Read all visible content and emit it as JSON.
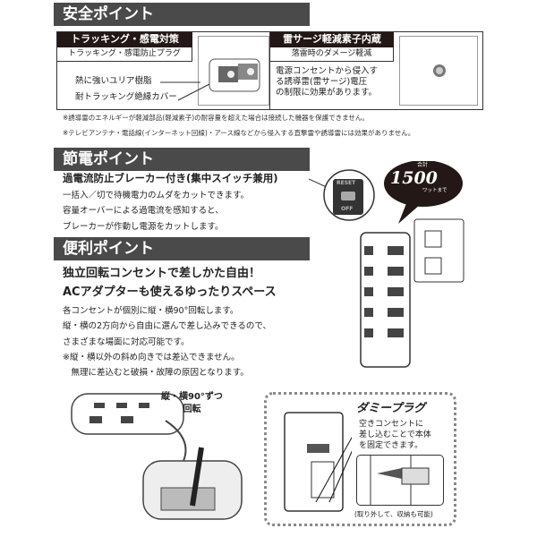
{
  "safety": {
    "header": "安全ポイント",
    "tracking": {
      "title": "トラッキング・感電対策",
      "subtitle": "トラッキング・感電防止プラグ",
      "label1": "熱に強いユリア樹脂",
      "label2": "耐トラッキング絶縁カバー"
    },
    "surge": {
      "title": "雷サージ軽減素子内蔵",
      "subtitle": "落雷時のダメージ軽減",
      "text": [
        "電源コンセントから侵入す",
        "る誘導雷(雷サージ)電圧",
        "の制限に効果があります。"
      ]
    },
    "notes": [
      "※誘導雷のエネルギーが軽減部品(軽減素子)の耐容量を超えた場合は接続した機器を保護できません。",
      "※テレビアンテナ・電話線(インターネット回線)・アース線などから侵入する直撃雷や誘導雷には効果がありません。"
    ]
  },
  "power": {
    "header": "節電ポイント",
    "heading": "過電流防止ブレーカー付き(集中スイッチ兼用)",
    "lines": [
      "一括入／切で待機電力のムダをカットできます。",
      "容量オーバーによる過電流を感知すると、",
      "ブレーカーが作動し電源をカットします。"
    ],
    "reset": "RESET",
    "off": "OFF",
    "bubble_top": "合計",
    "bubble_num": "1500",
    "bubble_unit": "ワットまで"
  },
  "convenience": {
    "header": "便利ポイント",
    "heading1": "独立回転コンセントで差しかた自由！",
    "heading2": "ACアダプターも使えるゆったりスペース",
    "lines": [
      "各コンセントが個別に縦・横90°回転します。",
      "縦・横の2方向から自由に選んで差し込みできるので、",
      "さまざまな場面に対応可能です。",
      "※縦・横以外の斜め向きでは差込できません。",
      "　無理に差込むと破損・故障の原因となります。"
    ],
    "rotate_label1": "縦・横90°ずつ",
    "rotate_label2": "回転"
  },
  "dummy": {
    "title": "ダミープラグ",
    "text": [
      "空きコンセントに",
      "差し込むことで本体",
      "を固定できます。"
    ],
    "caption": "(取り外して、収納も可能)"
  }
}
